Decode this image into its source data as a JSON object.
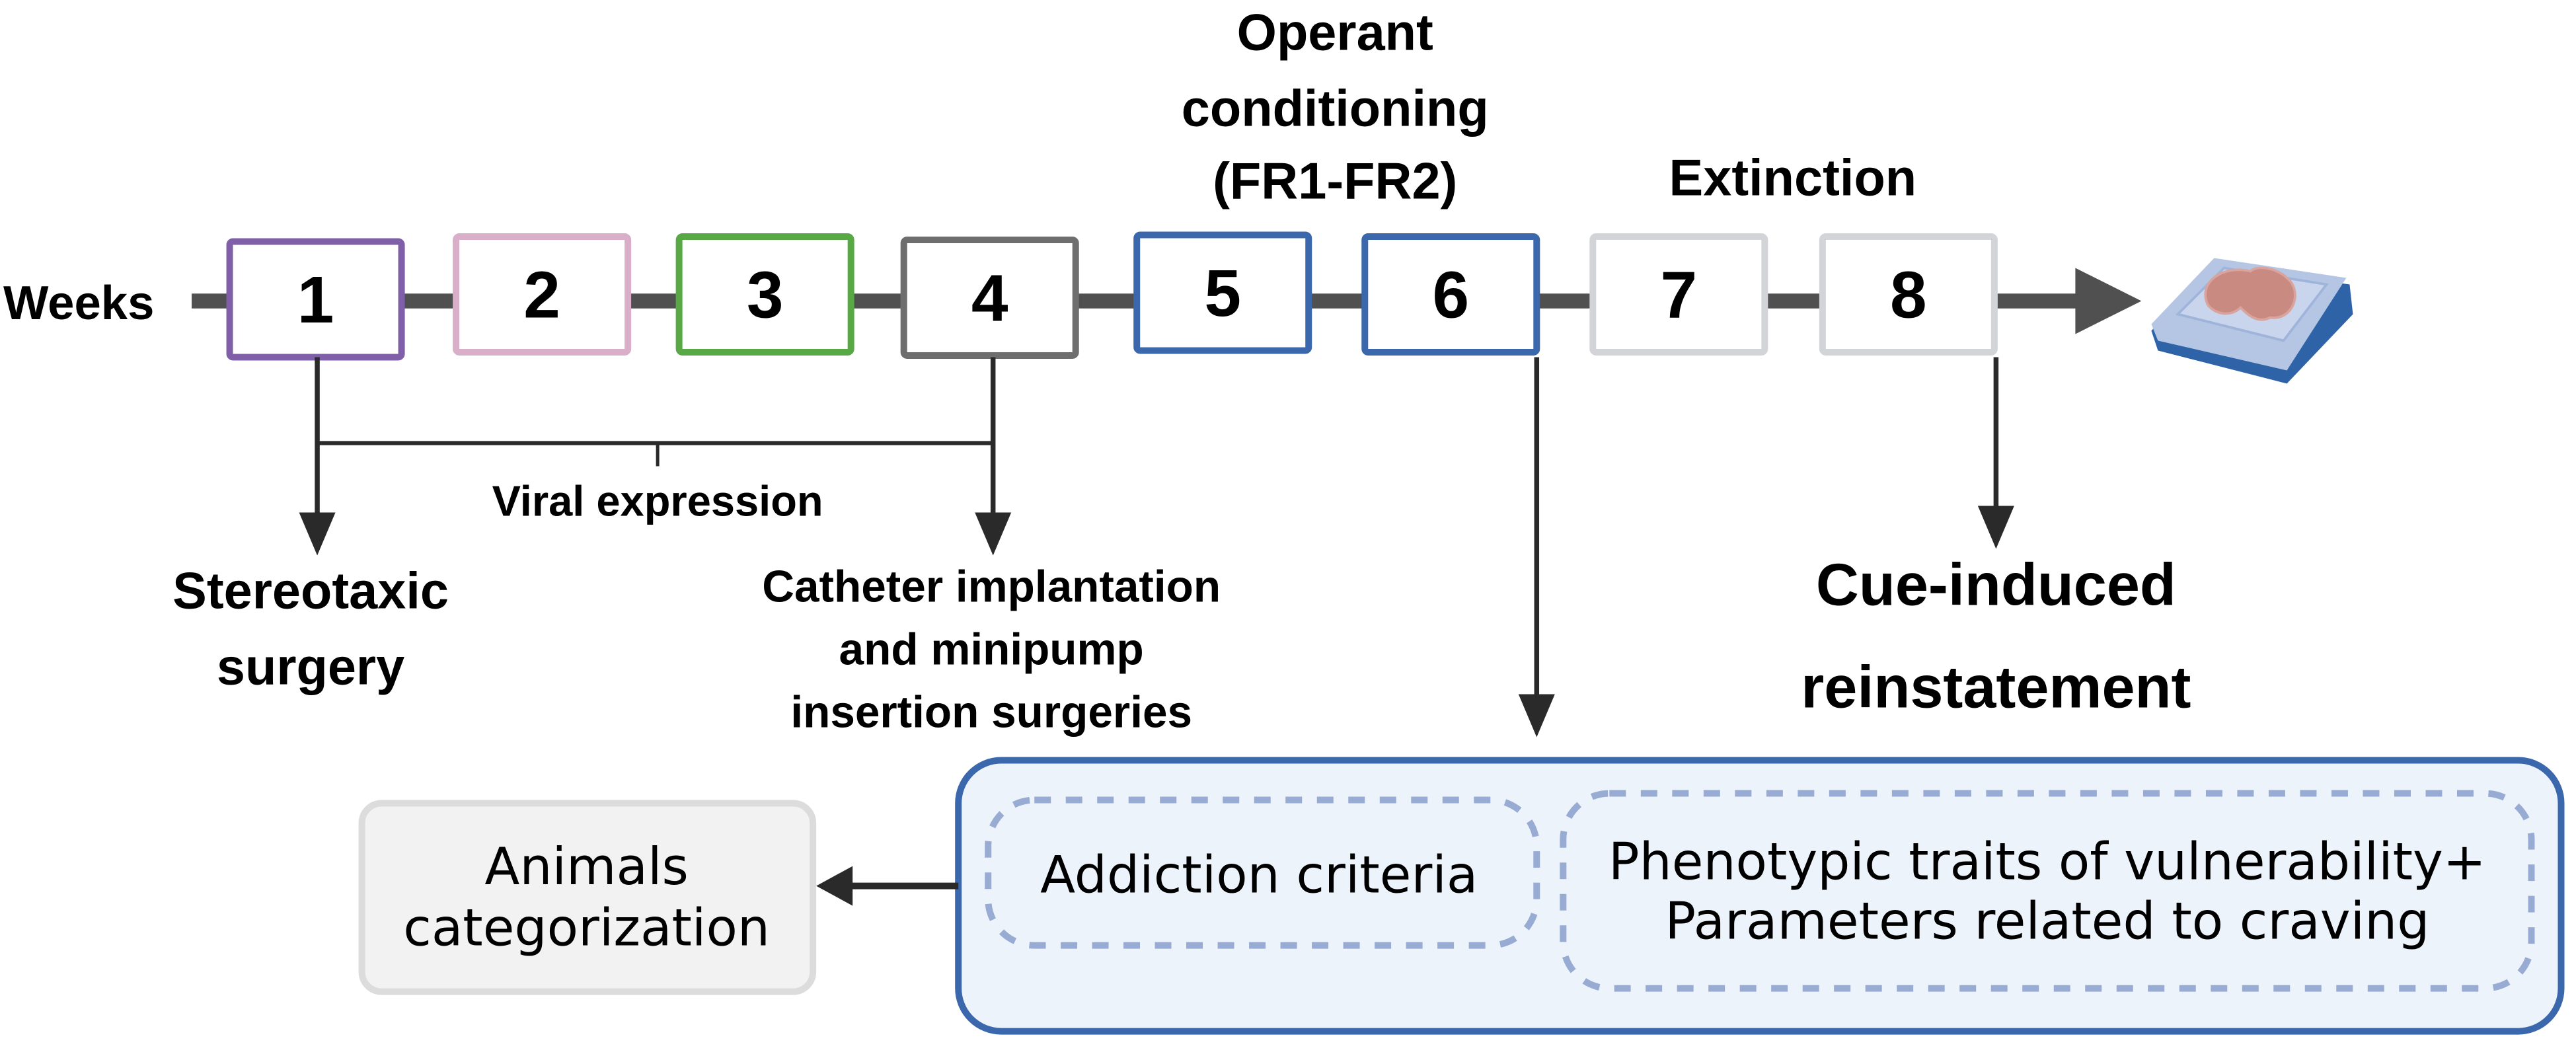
{
  "timeline": {
    "axis_label": "Weeks",
    "weeks": [
      {
        "label": "1",
        "color": "#7f5fa8"
      },
      {
        "label": "2",
        "color": "#d8aec8"
      },
      {
        "label": "3",
        "color": "#58a846"
      },
      {
        "label": "4",
        "color": "#6e6e6e"
      },
      {
        "label": "5",
        "color": "#3b67ad"
      },
      {
        "label": "6",
        "color": "#3b67ad"
      },
      {
        "label": "7",
        "color": "#d2d4d7"
      },
      {
        "label": "8",
        "color": "#d2d4d7"
      }
    ],
    "end_icon": "brain-slice-on-slide-icon"
  },
  "phases": {
    "operant": [
      "Operant",
      "conditioning",
      "(FR1-FR2)"
    ],
    "extinction": "Extinction"
  },
  "events": {
    "stereotaxic": [
      "Stereotaxic",
      "surgery"
    ],
    "viral": "Viral expression",
    "catheter": [
      "Catheter implantation",
      "and minipump",
      "insertion surgeries"
    ],
    "reinstatement": [
      "Cue-induced",
      "reinstatement"
    ]
  },
  "outcome": {
    "criteria": "Addiction criteria",
    "traits": [
      "Phenotypic traits of vulnerability+",
      "Parameters related to craving"
    ],
    "categorization": [
      "Animals",
      "categorization"
    ]
  },
  "colors": {
    "line": "#505050",
    "panel_border": "#3b67ad",
    "panel_fill": "#edf3fb",
    "dash": "#98acd3",
    "gray_box_fill": "#f2f2f2",
    "gray_box_border": "#dcdcdc"
  }
}
